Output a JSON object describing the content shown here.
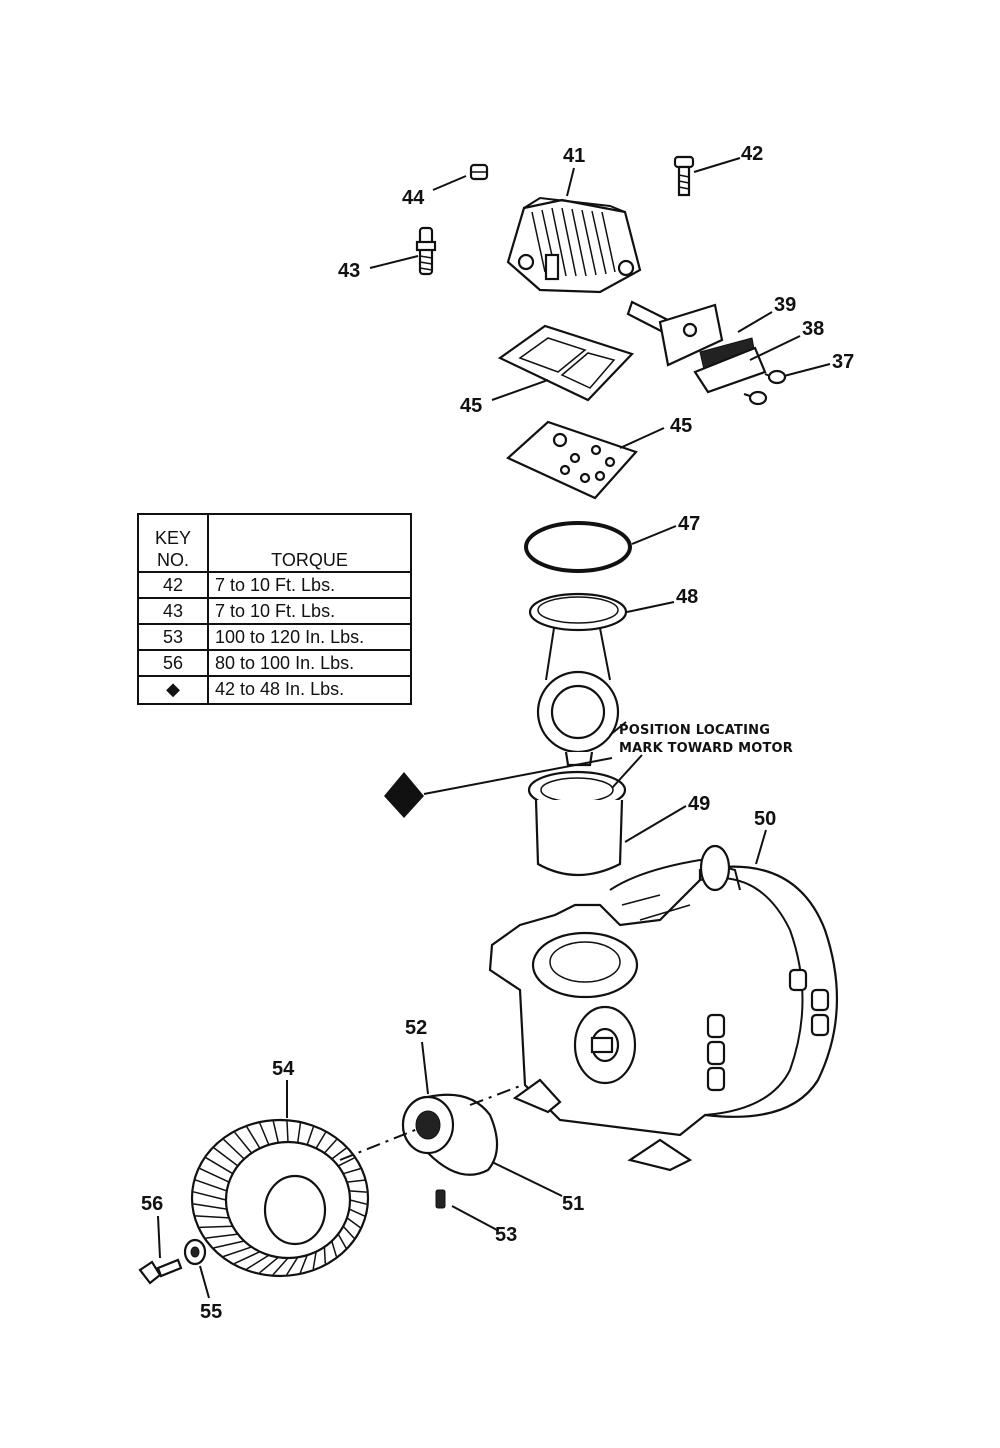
{
  "table": {
    "header_key_line1": "KEY",
    "header_key_line2": "NO.",
    "header_torque": "TORQUE",
    "rows": [
      {
        "key": "42",
        "torque": "7 to 10 Ft. Lbs."
      },
      {
        "key": "43",
        "torque": "7 to 10 Ft. Lbs."
      },
      {
        "key": "53",
        "torque": "100 to 120 In. Lbs."
      },
      {
        "key": "56",
        "torque": "80 to 100 In. Lbs."
      },
      {
        "key": "◆",
        "torque": "42 to 48 In. Lbs."
      }
    ]
  },
  "note": {
    "line1": "POSITION LOCATING",
    "line2": "MARK TOWARD MOTOR"
  },
  "labels": {
    "p37": "37",
    "p38": "38",
    "p39": "39",
    "p41": "41",
    "p42": "42",
    "p43": "43",
    "p44": "44",
    "p45a": "45",
    "p45b": "45",
    "p47": "47",
    "p48": "48",
    "p49": "49",
    "p50": "50",
    "p51": "51",
    "p52": "52",
    "p53": "53",
    "p54": "54",
    "p55": "55",
    "p56": "56"
  },
  "icons": {
    "torque_marker": "diamond-icon"
  }
}
